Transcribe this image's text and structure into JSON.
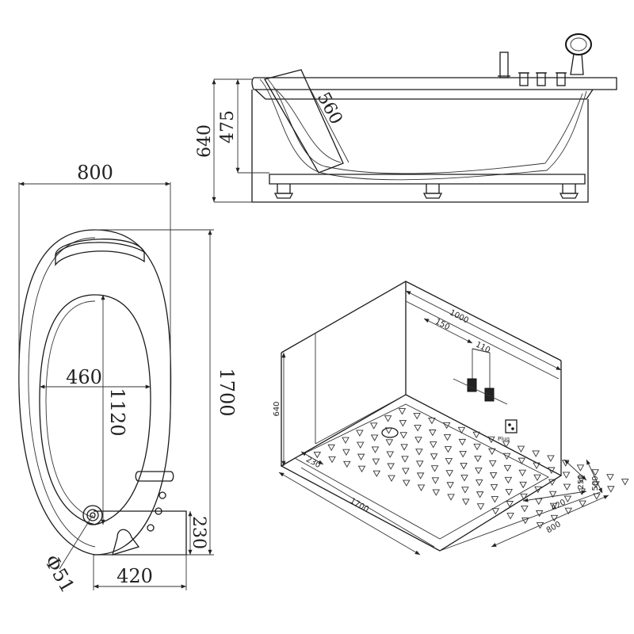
{
  "side_view": {
    "dim_640": "640",
    "dim_475": "475",
    "dim_560": "560"
  },
  "top_view": {
    "dim_800": "800",
    "dim_1700": "1700",
    "dim_460": "460",
    "dim_1120": "1120",
    "dim_230": "230",
    "dim_420": "420",
    "dim_phi51": "Φ51"
  },
  "install_view": {
    "dim_1000": "1000",
    "dim_150": "150",
    "dim_110": "110",
    "dim_640": "640",
    "dim_230": "230",
    "dim_1700": "1700",
    "dim_250": "250",
    "dim_500": "500",
    "dim_420": "420",
    "dim_800": "800",
    "plug_label": "Plug"
  }
}
